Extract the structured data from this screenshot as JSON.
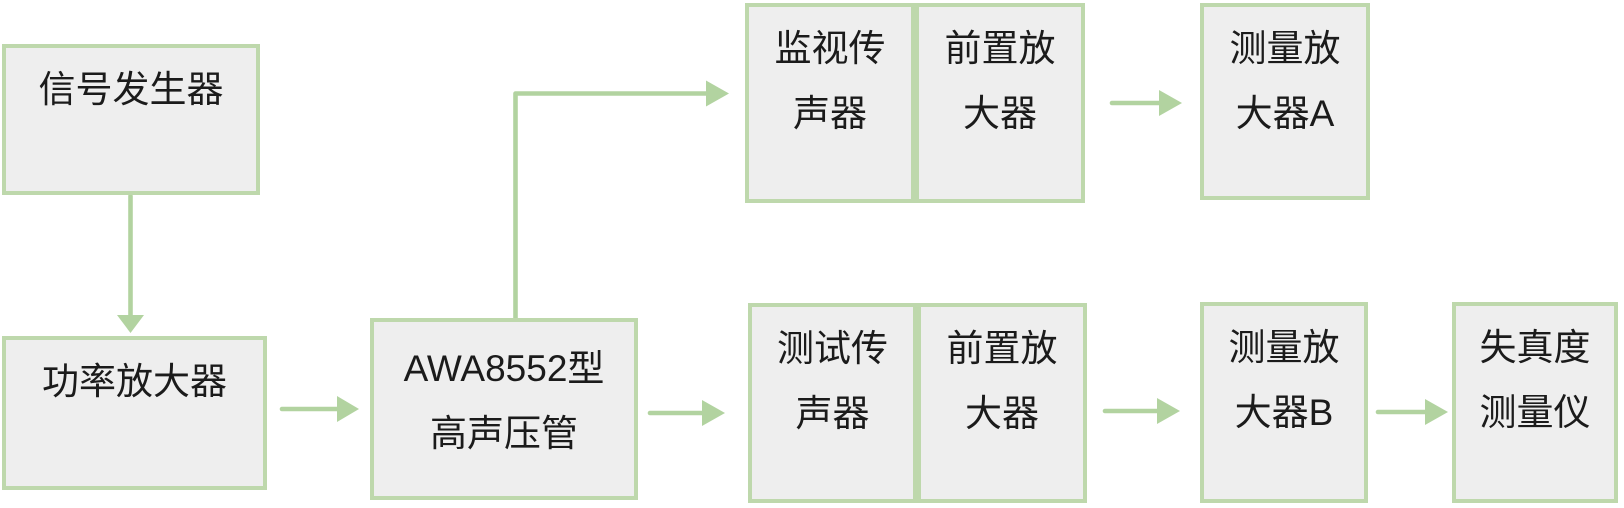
{
  "colors": {
    "background": "#ffffff",
    "box_fill": "#eeeeee",
    "box_border": "#bed8ac",
    "arrow": "#b2d3a0",
    "text": "#1b1b1b"
  },
  "nodes": {
    "signal_generator": {
      "label": "信号发生器",
      "lines": [
        "信号发生器"
      ]
    },
    "power_amplifier": {
      "label": "功率放大器",
      "lines": [
        "功率放大器"
      ]
    },
    "awa_tube": {
      "label": "AWA8552型高声压管",
      "lines": [
        "AWA8552型",
        "高声压管"
      ]
    },
    "monitor_mic": {
      "label": "监视传声器",
      "lines": [
        "监视传",
        "声器"
      ]
    },
    "preamp_top": {
      "label": "前置放大器",
      "lines": [
        "前置放",
        "大器"
      ]
    },
    "measuring_amplifier_a": {
      "label": "测量放大器A",
      "lines": [
        "测量放",
        "大器A"
      ]
    },
    "test_mic": {
      "label": "测试传声器",
      "lines": [
        "测试传",
        "声器"
      ]
    },
    "preamp_bottom": {
      "label": "前置放大器",
      "lines": [
        "前置放",
        "大器"
      ]
    },
    "measuring_amplifier_b": {
      "label": "测量放大器B",
      "lines": [
        "测量放",
        "大器B"
      ]
    },
    "distortion_meter": {
      "label": "失真度测量仪",
      "lines": [
        "失真度",
        "测量仪"
      ]
    }
  },
  "connections": [
    {
      "from": "信号发生器",
      "to": "功率放大器"
    },
    {
      "from": "功率放大器",
      "to": "AWA8552型高声压管"
    },
    {
      "from": "AWA8552型高声压管",
      "to": "监视传声器"
    },
    {
      "from": "AWA8552型高声压管",
      "to": "测试传声器"
    },
    {
      "from": "前置放大器(监视)",
      "to": "测量放大器A"
    },
    {
      "from": "前置放大器(测试)",
      "to": "测量放大器B"
    },
    {
      "from": "测量放大器B",
      "to": "失真度测量仪"
    }
  ]
}
